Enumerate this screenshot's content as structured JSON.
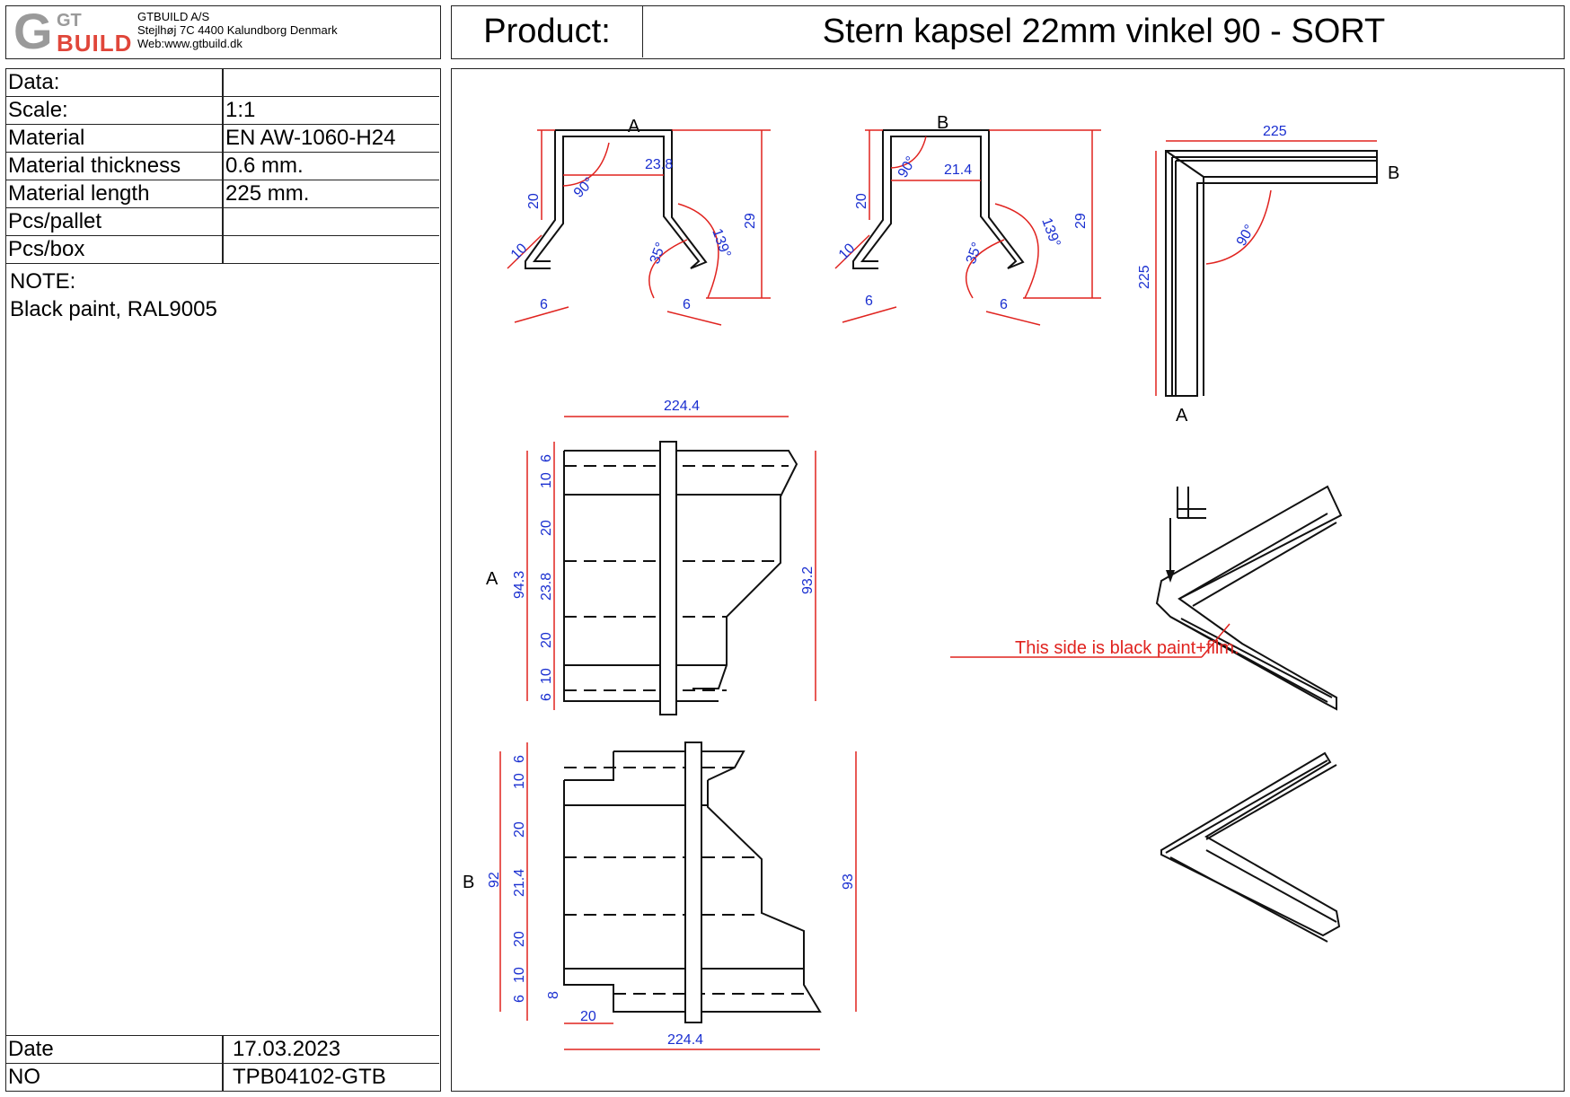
{
  "logo": {
    "mark_g": "G",
    "mark_gt": "GT",
    "mark_build": "BUILD"
  },
  "company": {
    "name": "GTBUILD A/S",
    "address": "Stejlhøj 7C 4400 Kalundborg Denmark",
    "web": "Web:www.gtbuild.dk"
  },
  "product": {
    "label": "Product:",
    "title": "Stern kapsel 22mm vinkel 90 - SORT"
  },
  "info": [
    {
      "key": "Data:",
      "value": ""
    },
    {
      "key": "Scale:",
      "value": "1:1"
    },
    {
      "key": "Material",
      "value": "EN AW-1060-H24"
    },
    {
      "key": "Material thickness",
      "value": "0.6 mm."
    },
    {
      "key": "Material length",
      "value": "225 mm."
    },
    {
      "key": "Pcs/pallet",
      "value": ""
    },
    {
      "key": "Pcs/box",
      "value": ""
    }
  ],
  "note": {
    "title": "NOTE:",
    "text": "Black paint, RAL9005"
  },
  "footer": [
    {
      "key": "Date",
      "value": "17.03.2023"
    },
    {
      "key": "NO",
      "value": "TPB04102-GTB"
    }
  ],
  "drawing": {
    "profile_a": {
      "label": "A",
      "width": "23.8",
      "height_left": "20",
      "height_right": "29",
      "lip": "10",
      "hem_left": "6",
      "hem_right": "6",
      "angle_top": "90°",
      "angle_bottom": "35°",
      "angle_right": "139°"
    },
    "profile_b": {
      "label": "B",
      "width": "21.4",
      "height_left": "20",
      "height_right": "29",
      "lip": "10",
      "hem_left": "6",
      "hem_right": "6",
      "angle_top": "90°",
      "angle_bottom": "35°",
      "angle_right": "139°"
    },
    "plan": {
      "length_top": "225",
      "length_side": "225",
      "angle": "90°",
      "end_a": "A",
      "end_b": "B"
    },
    "flat_a": {
      "label": "A",
      "length": "224.4",
      "total_left": "94.3",
      "total_right": "93.2",
      "segments": [
        "6",
        "10",
        "20",
        "23.8",
        "20",
        "10",
        "6"
      ]
    },
    "flat_b": {
      "label": "B",
      "length": "224.4",
      "total_left": "92",
      "total_right": "93",
      "notch": "20",
      "segments": [
        "6",
        "10",
        "20",
        "21.4",
        "20",
        "10",
        "6"
      ],
      "tab": "8"
    },
    "callout": "This side is black paint+film."
  },
  "colors": {
    "dimension": "#1a2fd0",
    "dimension_line": "#e0231f",
    "callout": "#e0231f",
    "brand_red": "#e0463a",
    "brand_gray": "#9a9a9a"
  }
}
